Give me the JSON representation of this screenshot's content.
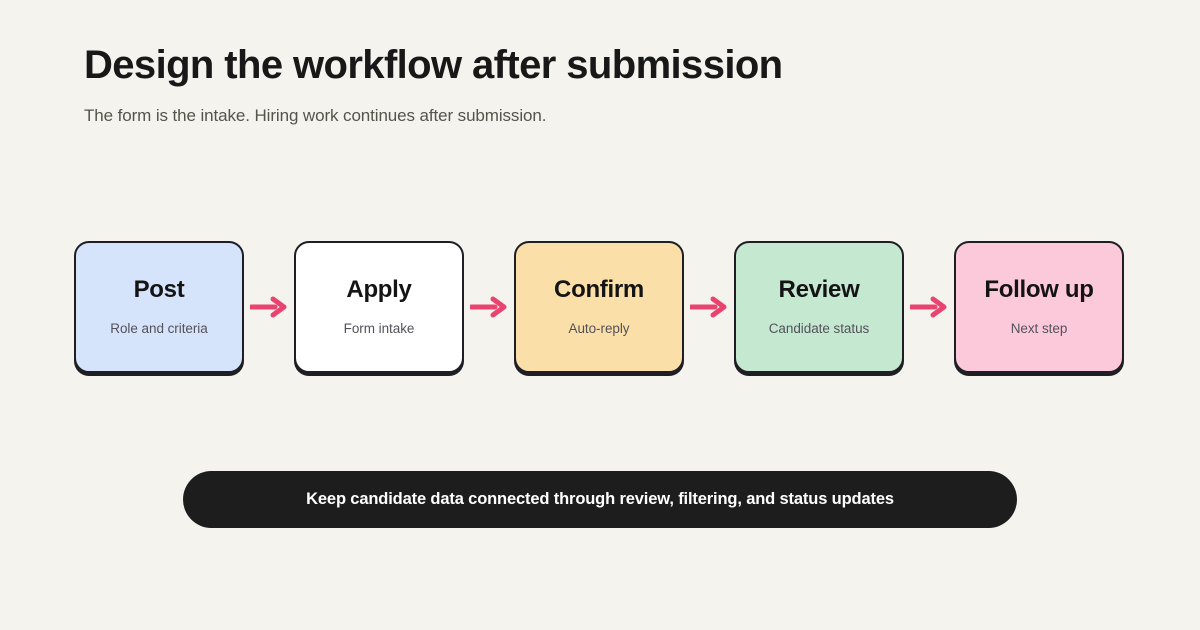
{
  "header": {
    "title": "Design the workflow after submission",
    "subtitle": "The form is the intake. Hiring work continues after submission."
  },
  "flow": {
    "arrow_icon": "arrow-right-icon",
    "arrow_color": "#e8446f",
    "steps": [
      {
        "title": "Post",
        "caption": "Role and criteria",
        "fill": "#d6e4fb",
        "border": "#1e1e24"
      },
      {
        "title": "Apply",
        "caption": "Form intake",
        "fill": "#ffffff",
        "border": "#1e1e24"
      },
      {
        "title": "Confirm",
        "caption": "Auto-reply",
        "fill": "#fbdfa8",
        "border": "#1e1e24"
      },
      {
        "title": "Review",
        "caption": "Candidate status",
        "fill": "#c5e8d1",
        "border": "#1e1e24"
      },
      {
        "title": "Follow up",
        "caption": "Next step",
        "fill": "#fcc9da",
        "border": "#1e1e24"
      }
    ]
  },
  "banner": {
    "text": "Keep candidate data connected through review, filtering, and status updates",
    "background": "#1d1d1d",
    "text_color": "#ffffff"
  },
  "theme": {
    "page_background": "#f4f3ee",
    "title_color": "#181818",
    "subtitle_color": "#55534a"
  }
}
